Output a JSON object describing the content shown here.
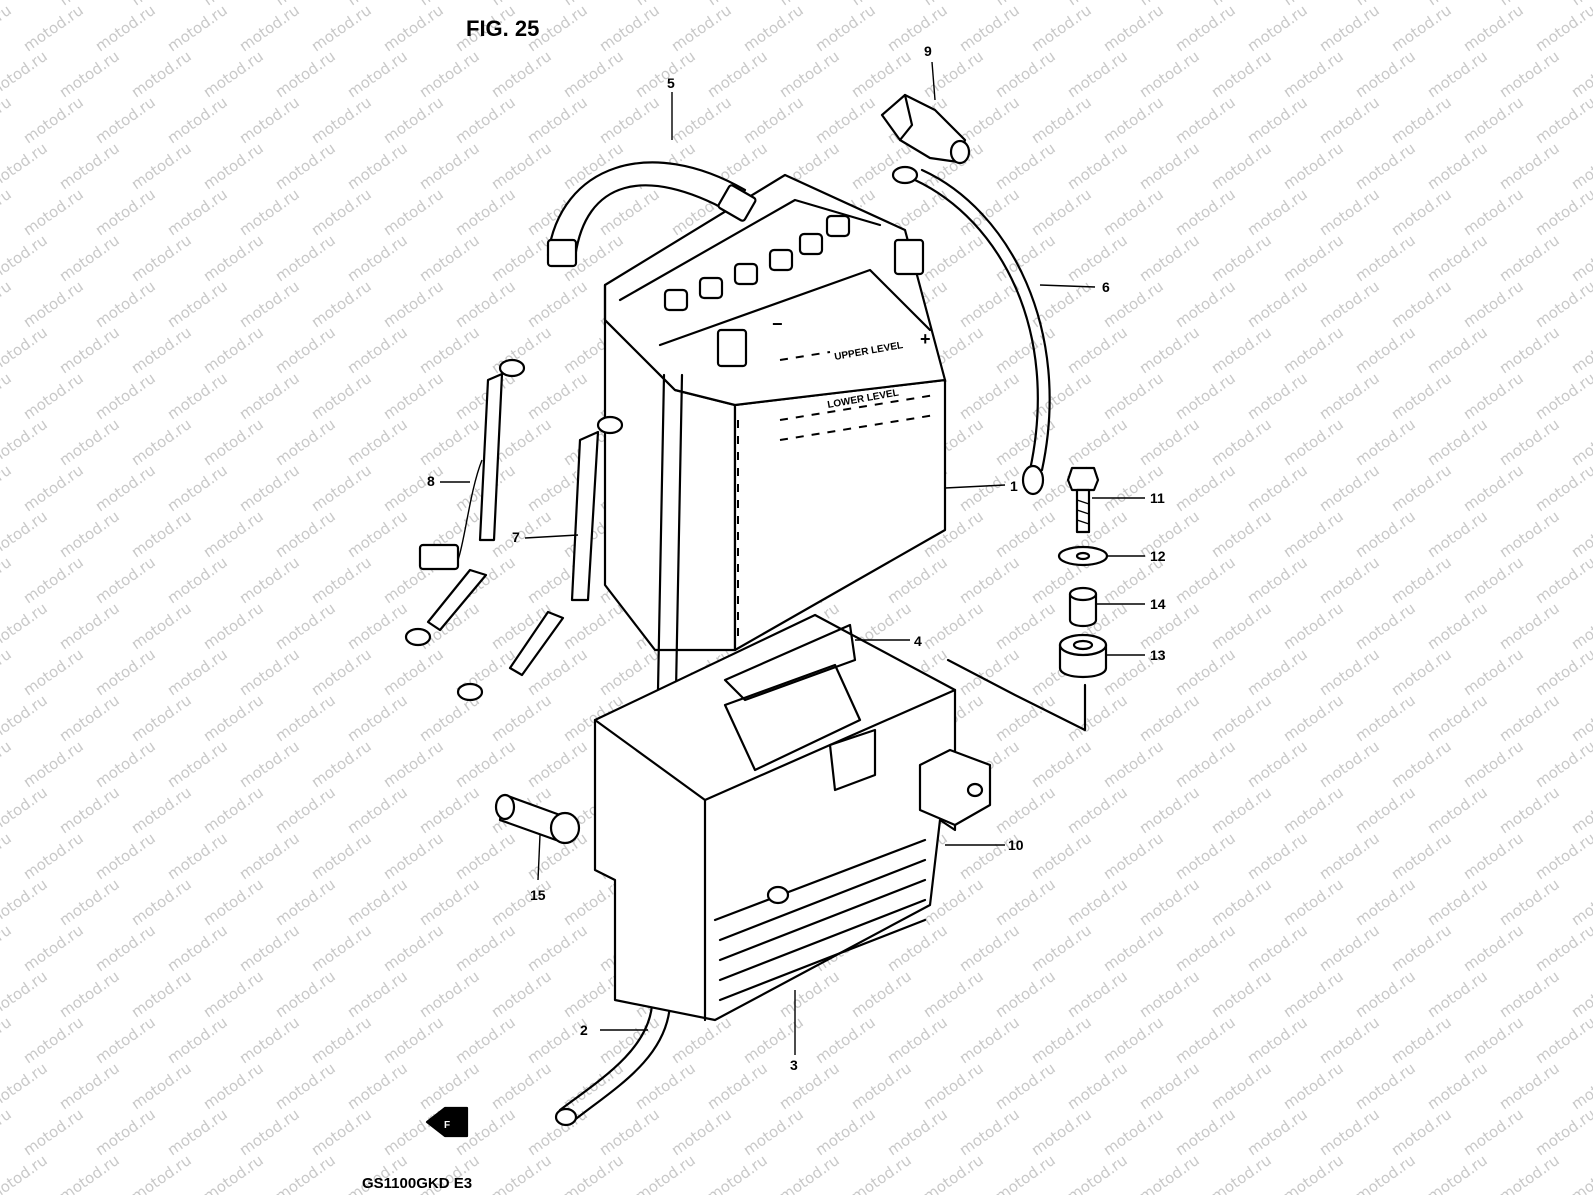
{
  "figure_title": "FIG. 25",
  "model_code": "GS1100GKD  E3",
  "front_arrow_label": "F",
  "watermark_text": "motod.ru",
  "battery_labels": {
    "upper_level": "UPPER LEVEL",
    "lower_level": "LOWER LEVEL",
    "minus_sign": "−",
    "plus_sign": "+"
  },
  "callouts": [
    {
      "number": "1"
    },
    {
      "number": "2"
    },
    {
      "number": "3"
    },
    {
      "number": "4"
    },
    {
      "number": "5"
    },
    {
      "number": "6"
    },
    {
      "number": "7"
    },
    {
      "number": "8"
    },
    {
      "number": "9"
    },
    {
      "number": "10"
    },
    {
      "number": "11"
    },
    {
      "number": "12"
    },
    {
      "number": "13"
    },
    {
      "number": "14"
    },
    {
      "number": "15"
    }
  ],
  "colors": {
    "ink": "#000000",
    "paper": "#ffffff",
    "watermark": "#c8c8c8"
  }
}
